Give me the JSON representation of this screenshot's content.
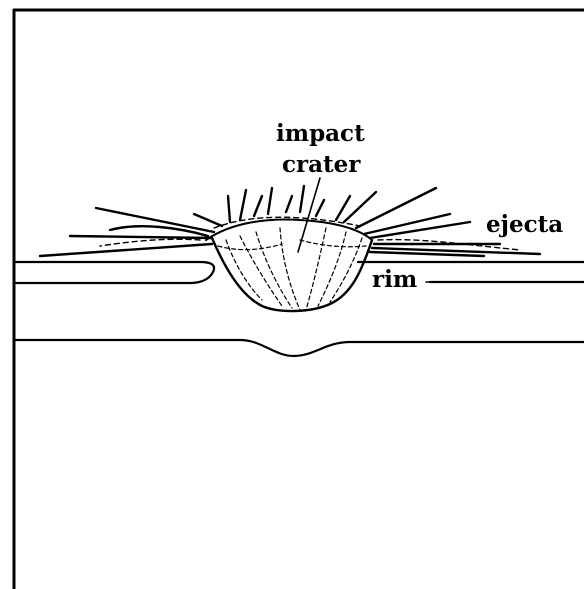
{
  "labels": {
    "impact": "impact",
    "crater": "crater",
    "ejecta": "ejecta",
    "rim": "rim"
  },
  "colors": {
    "ink": "#000000",
    "paper": "#ffffff"
  }
}
